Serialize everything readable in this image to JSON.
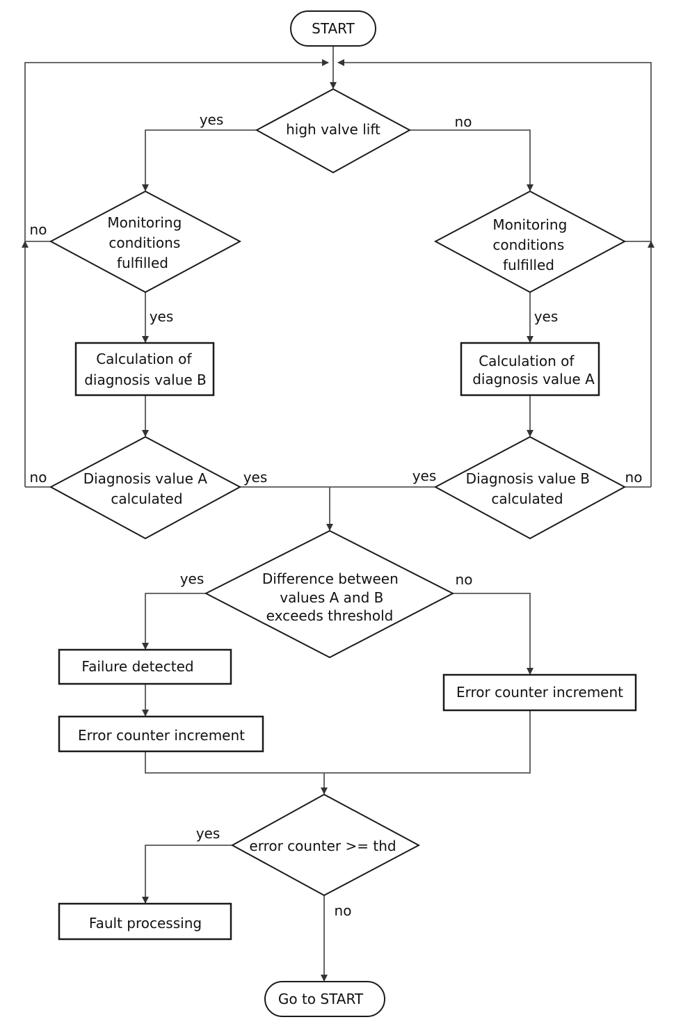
{
  "nodes": {
    "start": "START",
    "high_valve_lift": "high valve lift",
    "monitoring_left": [
      "Monitoring",
      "conditions",
      "fulfilled"
    ],
    "monitoring_right": [
      "Monitoring",
      "conditions",
      "fulfilled"
    ],
    "calc_b": [
      "Calculation of",
      "diagnosis value B"
    ],
    "calc_a": [
      "Calculation of",
      "diagnosis value A"
    ],
    "diag_a_calculated": [
      "Diagnosis value A",
      "calculated"
    ],
    "diag_b_calculated": [
      "Diagnosis value B",
      "calculated"
    ],
    "difference": [
      "Difference between",
      "values A and B",
      "exceeds threshold"
    ],
    "failure_detected": "Failure detected",
    "error_increment_left": "Error counter increment",
    "error_increment_right": "Error counter increment",
    "error_counter_check": "error counter >= thd",
    "fault_processing": "Fault processing",
    "go_to_start": "Go to START"
  },
  "edges": {
    "lift_yes": "yes",
    "lift_no": "no",
    "mon_left_no": "no",
    "mon_left_yes": "yes",
    "mon_right_yes": "yes",
    "diag_a_no": "no",
    "diag_a_yes": "yes",
    "diag_b_yes": "yes",
    "diag_b_no": "no",
    "diff_yes": "yes",
    "diff_no": "no",
    "counter_yes": "yes",
    "counter_no": "no"
  }
}
